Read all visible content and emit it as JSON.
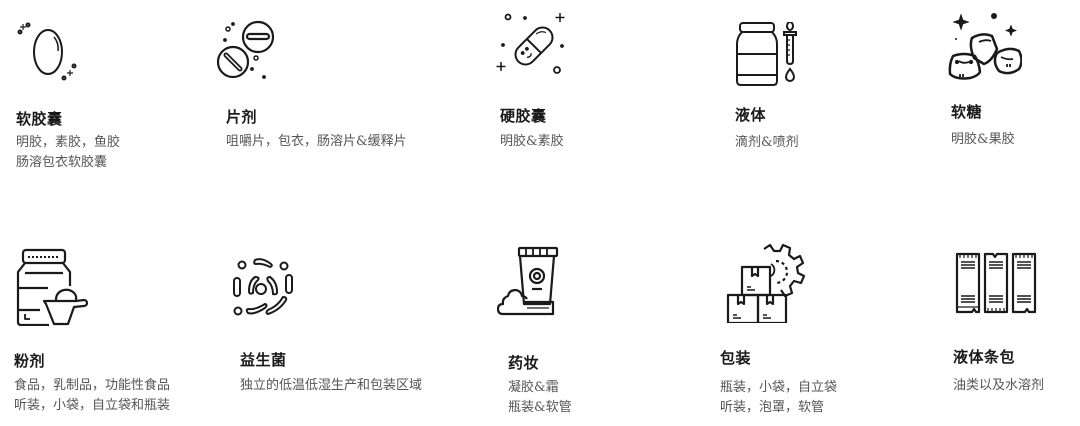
{
  "colors": {
    "title": "#1a1a1a",
    "description": "#555555",
    "icon_stroke": "#1a1a1a",
    "background": "#ffffff"
  },
  "items": [
    {
      "icon": "softgel-icon",
      "title": "软胶囊",
      "lines": [
        "明胶，素胶，鱼胶",
        "肠溶包衣软胶囊"
      ]
    },
    {
      "icon": "tablet-icon",
      "title": "片剂",
      "lines": [
        "咀嚼片，包衣，肠溶片&缓释片"
      ]
    },
    {
      "icon": "hard-capsule-icon",
      "title": "硬胶囊",
      "lines": [
        "明胶&素胶"
      ]
    },
    {
      "icon": "liquid-dropper-icon",
      "title": "液体",
      "lines": [
        "滴剂&喷剂"
      ]
    },
    {
      "icon": "gummy-icon",
      "title": "软糖",
      "lines": [
        "明胶&果胶"
      ]
    },
    {
      "icon": "powder-jar-icon",
      "title": "粉剂",
      "lines": [
        "食品，乳制品，功能性食品",
        "听装，小袋，自立袋和瓶装"
      ]
    },
    {
      "icon": "probiotic-icon",
      "title": "益生菌",
      "lines": [
        "独立的低温低湿生产和包装区域"
      ]
    },
    {
      "icon": "cosmetic-tube-icon",
      "title": "药妆",
      "lines": [
        "凝胶&霜",
        "瓶装&软管"
      ]
    },
    {
      "icon": "packaging-boxes-icon",
      "title": "包装",
      "lines": [
        "瓶装，小袋，自立袋",
        "听装，泡罩，软管"
      ]
    },
    {
      "icon": "stick-pack-icon",
      "title": "液体条包",
      "lines": [
        "油类以及水溶剂"
      ]
    }
  ]
}
